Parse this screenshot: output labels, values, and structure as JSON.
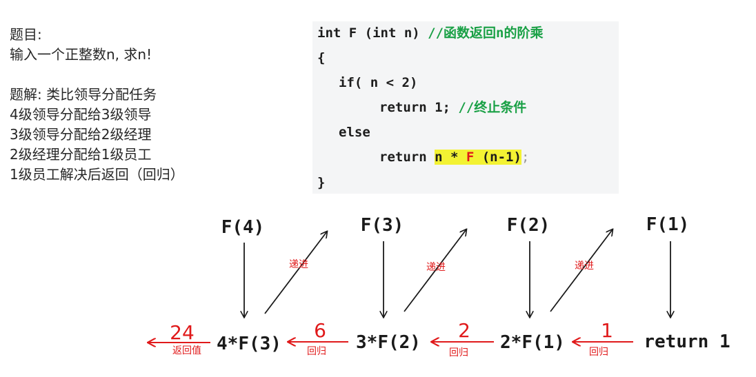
{
  "notes": {
    "title": "题目:",
    "question": "输入一个正整数n, 求n!",
    "solution_title": "题解: 类比领导分配任务",
    "steps": [
      "4级领导分配给3级领导",
      "3级领导分配给2级经理",
      "2级经理分配给1级员工",
      "1级员工解决后返回（回归）"
    ]
  },
  "code": {
    "signature": "int F (int n) ",
    "signature_comment": "//函数返回n的阶乘",
    "open_brace": "{",
    "if_line": "if( n < 2)",
    "return_base": "return 1; ",
    "return_base_comment": "//终止条件",
    "else_line": "else",
    "return_prefix": "return ",
    "return_hl_a": "n * ",
    "return_hl_f": "F",
    "return_hl_b": " (n-1)",
    "return_end": ";",
    "close_brace": "}"
  },
  "diagram": {
    "calls": [
      "F(4)",
      "F(3)",
      "F(2)",
      "F(1)"
    ],
    "expressions": [
      "4*F(3)",
      "3*F(2)",
      "2*F(1)",
      "return 1"
    ],
    "recurse_label": "递进",
    "return_label": "回归",
    "final_label": "返回值",
    "values": [
      "24",
      "6",
      "2",
      "1"
    ],
    "arrow_color": "#e0191a",
    "label_color": "#e0191a"
  }
}
